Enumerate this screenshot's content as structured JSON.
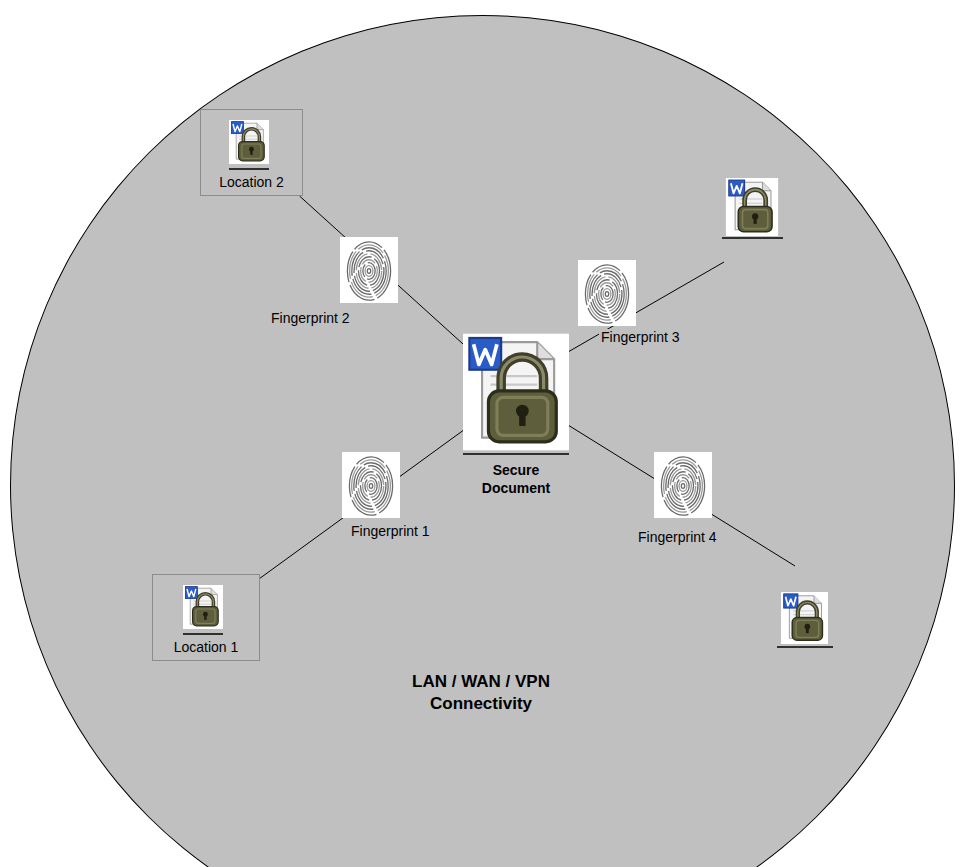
{
  "diagram": {
    "nodes": [
      {
        "text": [
          "LAN / WAN / VPN Connectivity"
        ]
      },
      {
        "text": [
          "Location 2"
        ],
        "in": 0
      },
      {
        "text": [
          "Secure Document"
        ],
        "in": 0
      },
      {
        "text": [
          "Location 1"
        ],
        "in": 0
      }
    ],
    "edges": [
      {
        "from": 2,
        "to": 1,
        "arrow": "none"
      },
      {
        "from": 2,
        "to": 3,
        "arrow": "none"
      }
    ],
    "labels": [
      "Fingerprint 2",
      "Fingerprint 3",
      "Fingerprint 1",
      "Fingerprint 4"
    ]
  }
}
